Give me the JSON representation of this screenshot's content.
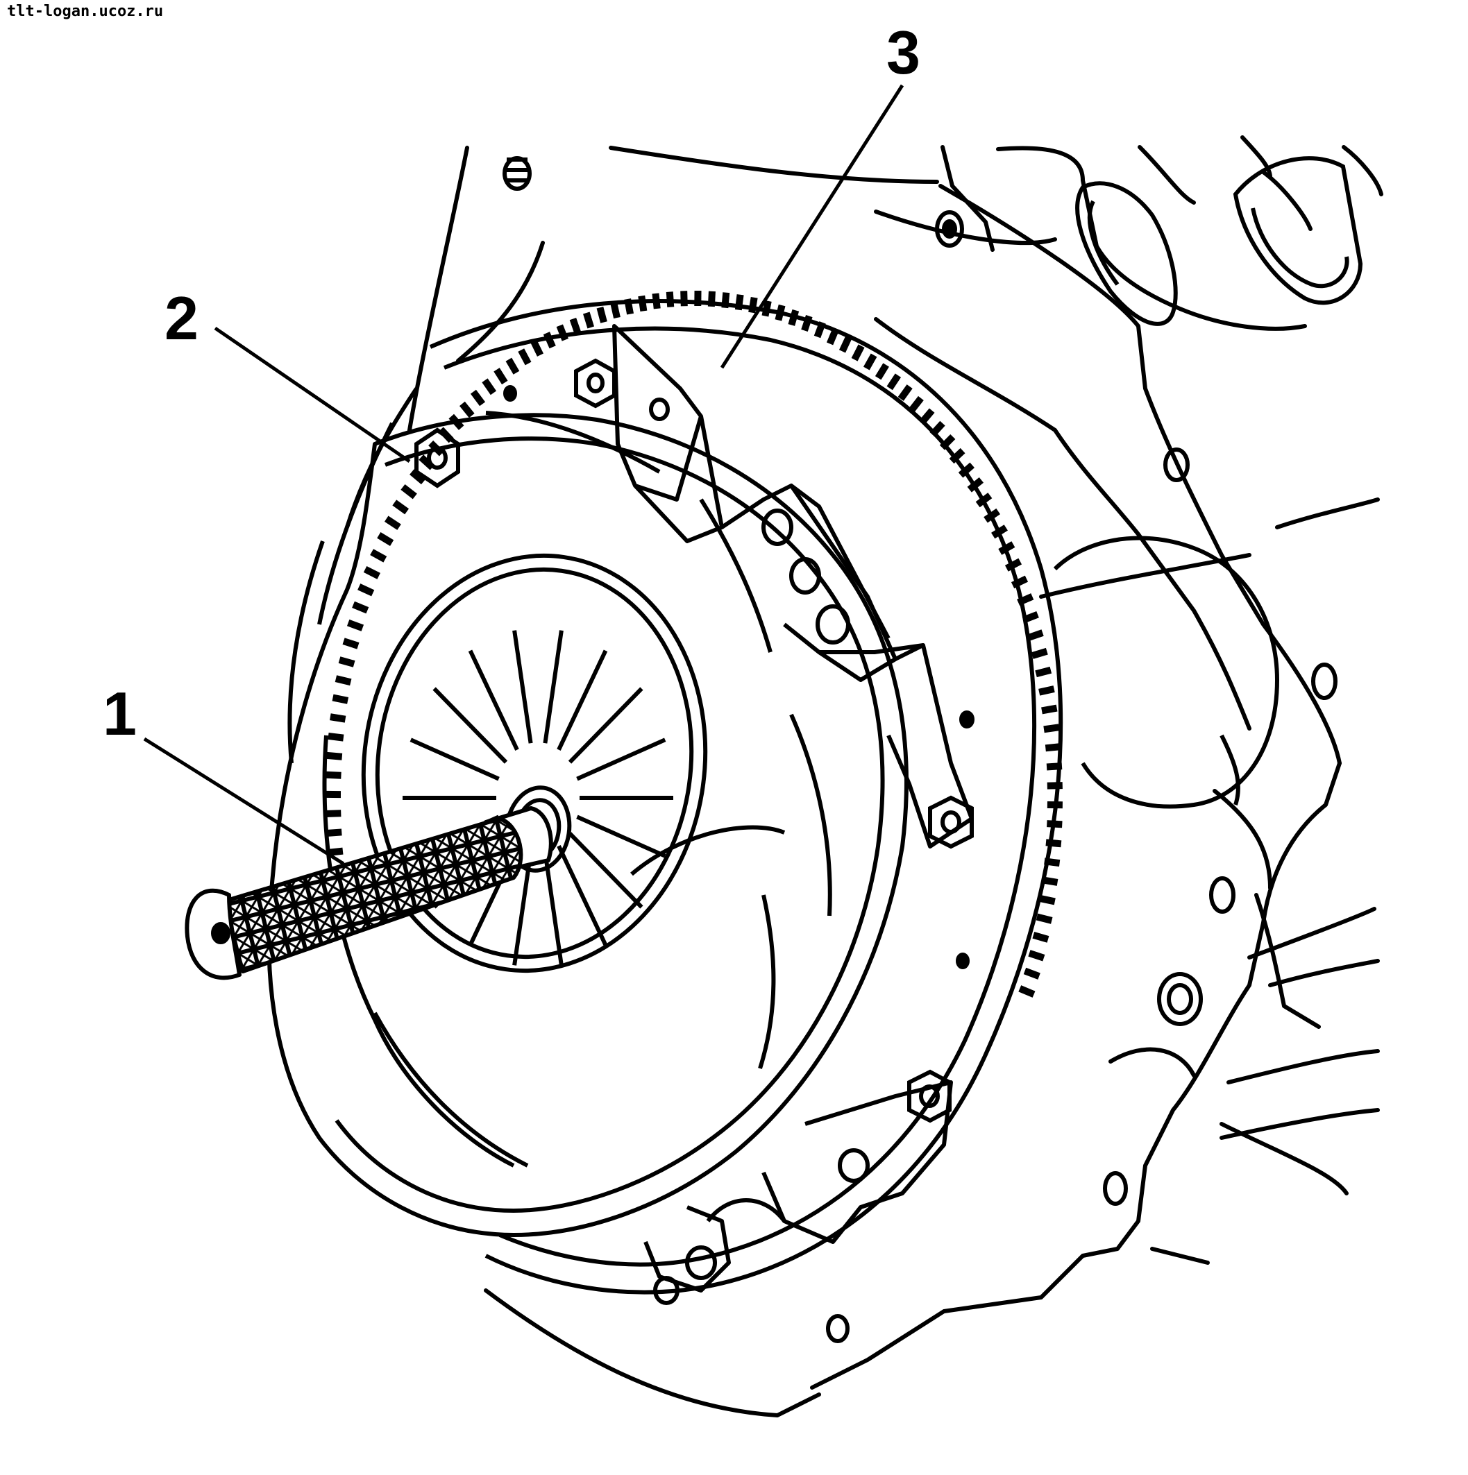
{
  "watermark": "tlt-logan.ucoz.ru",
  "callouts": [
    {
      "number": "1",
      "part": "centering-mandrel"
    },
    {
      "number": "2",
      "part": "clutch-pressure-plate"
    },
    {
      "number": "3",
      "part": "flywheel"
    }
  ],
  "colors": {
    "ink": "#000000",
    "background": "#ffffff"
  }
}
